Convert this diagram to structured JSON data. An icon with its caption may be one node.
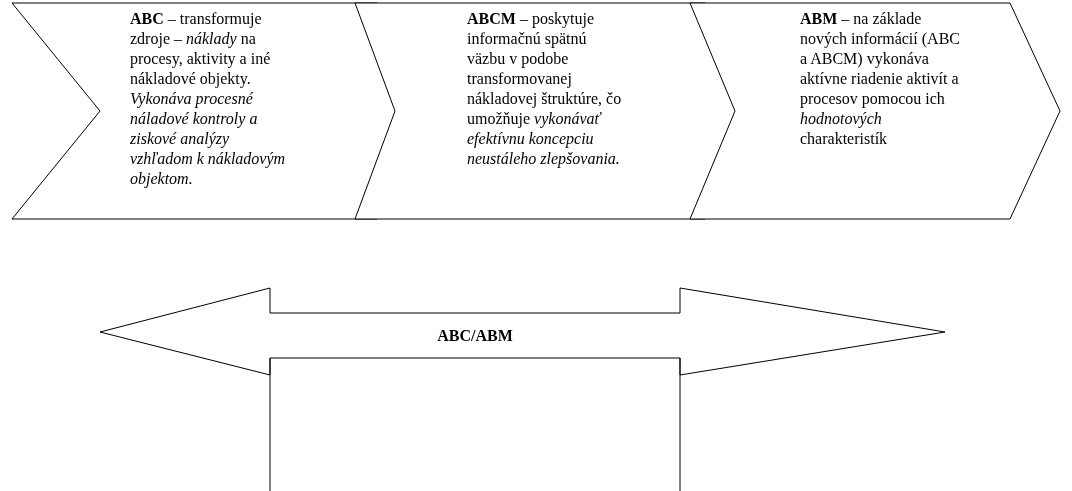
{
  "diagram": {
    "nodes": [
      {
        "text": [
          "**ABC** – transformuje zdroje – *náklady* na procesy, aktivity a iné nákladové objekty. *Vykonáva procesné náladové kontroly a ziskové analýzy vzhľadom k nákladovým objektom.*"
        ]
      },
      {
        "text": [
          "**ABCM** – poskytuje informačnú spätnú väzbu v podobe transformovanej nákladovej štruktúre, čo umožňuje *vykonávať efektívnu koncepciu neustáleho zlepšovania.*"
        ]
      },
      {
        "text": [
          "**ABM** – na základe nových informácií (ABC a ABCM) vykonáva aktívne riadenie aktivít a procesov pomocou ich *hodnotových* charakteristík"
        ]
      },
      {
        "text": [
          "ABC/ABM"
        ]
      }
    ]
  }
}
